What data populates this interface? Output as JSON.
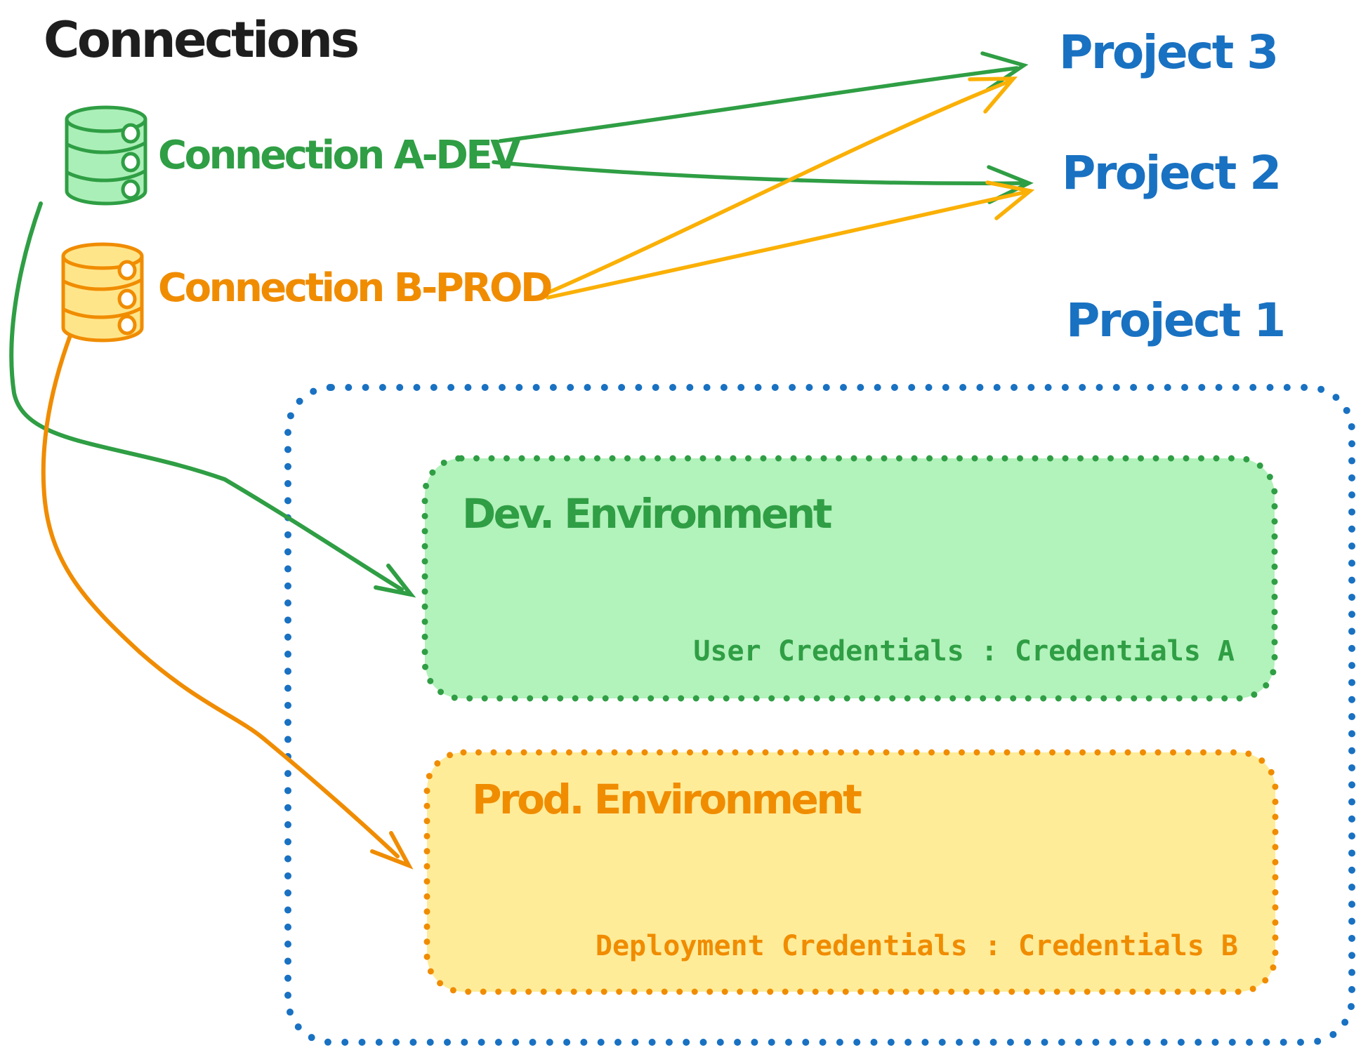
{
  "title": "Connections",
  "colors": {
    "ink": "#1e1e1e",
    "green": "#2f9e44",
    "green_fill": "#b2f2bb",
    "green_db_fill": "#abefb8",
    "orange": "#f08c00",
    "orange_fill": "#ffec99",
    "orange_db_fill": "#ffe58a",
    "amber_arrow": "#fab005",
    "blue": "#1971c2"
  },
  "connections": [
    {
      "id": "a-dev",
      "label": "Connection A-DEV",
      "color": "#2f9e44",
      "icon": "database-icon"
    },
    {
      "id": "b-prod",
      "label": "Connection B-PROD",
      "color": "#f08c00",
      "icon": "database-icon"
    }
  ],
  "projects": [
    {
      "id": "project-3",
      "label": "Project 3"
    },
    {
      "id": "project-2",
      "label": "Project 2"
    },
    {
      "id": "project-1",
      "label": "Project 1"
    }
  ],
  "project1": {
    "dev_environment": {
      "label": "Dev. Environment",
      "credentials": "User Credentials : Credentials A"
    },
    "prod_environment": {
      "label": "Prod. Environment",
      "credentials": "Deployment Credentials : Credentials B"
    }
  },
  "links": [
    {
      "from": "Connection A-DEV",
      "to": "Project 3"
    },
    {
      "from": "Connection A-DEV",
      "to": "Project 2"
    },
    {
      "from": "Connection A-DEV",
      "to": "Project 1 / Dev. Environment"
    },
    {
      "from": "Connection B-PROD",
      "to": "Project 3"
    },
    {
      "from": "Connection B-PROD",
      "to": "Project 2"
    },
    {
      "from": "Connection B-PROD",
      "to": "Project 1 / Prod. Environment"
    }
  ]
}
